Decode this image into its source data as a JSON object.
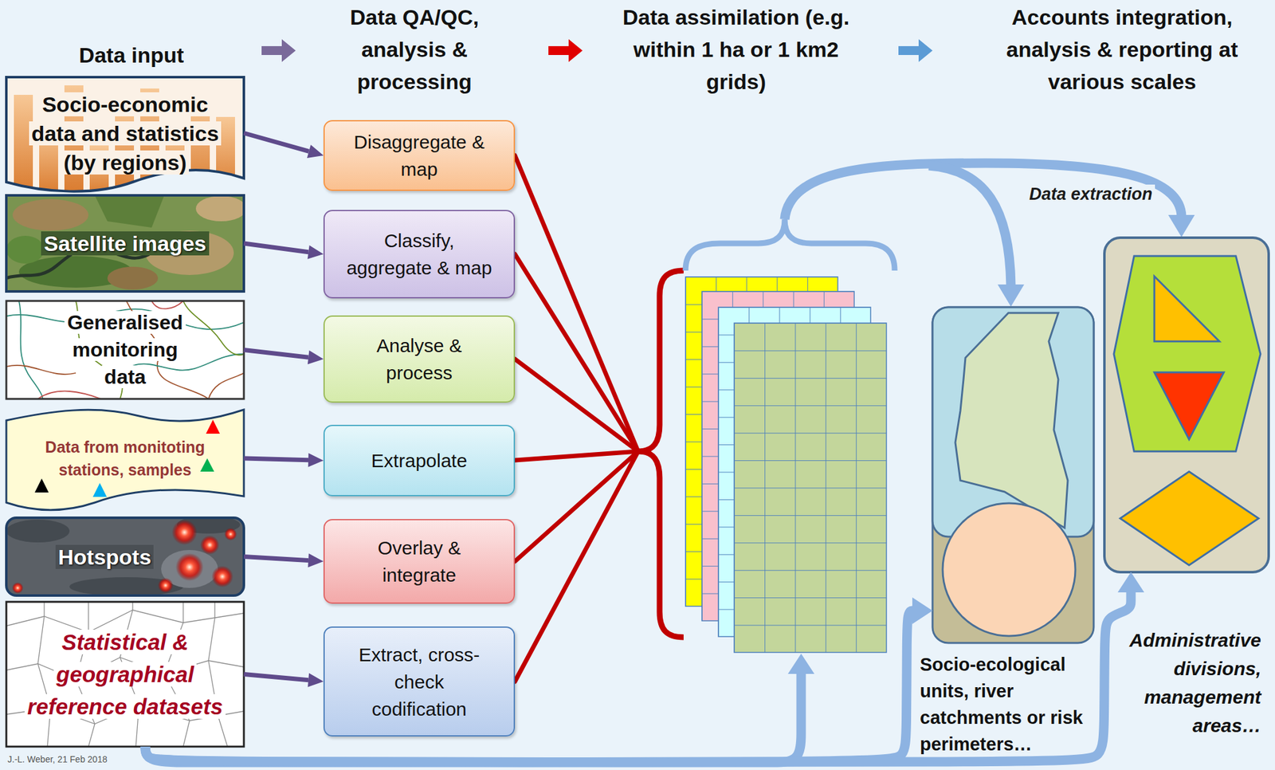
{
  "diagram": {
    "nodes": [
      {
        "text": [
          "Socio-economic data and statistics (by regions)"
        ]
      },
      {
        "text": [
          "Satellite images"
        ]
      },
      {
        "text": [
          "Generalised monitoring data"
        ]
      },
      {
        "text": [
          "Data from monitoting stations, samples"
        ]
      },
      {
        "text": [
          "Hotspots"
        ]
      },
      {
        "text": [
          "Statistical & geographical reference datasets"
        ]
      },
      {
        "text": [
          "Disaggregate & map"
        ]
      },
      {
        "text": [
          "Classify, aggregate & map"
        ]
      },
      {
        "text": [
          "Analyse & process"
        ]
      },
      {
        "text": [
          "Extrapolate"
        ]
      },
      {
        "text": [
          "Overlay & integrate"
        ]
      },
      {
        "text": [
          "Extract, cross-check codification"
        ]
      },
      {
        "text": [
          "Socio-ecological units, river catchments or risk perimeters…"
        ]
      },
      {
        "text": [
          "Administrative divisions, management areas…"
        ]
      }
    ],
    "edges": [
      {
        "from": 0,
        "to": 6,
        "arrow": "to"
      },
      {
        "from": 1,
        "to": 7,
        "arrow": "to"
      },
      {
        "from": 2,
        "to": 8,
        "arrow": "to"
      },
      {
        "from": 3,
        "to": 9,
        "arrow": "to"
      },
      {
        "from": 4,
        "to": 10,
        "arrow": "to"
      },
      {
        "from": 5,
        "to": 11,
        "arrow": "to"
      },
      {
        "from": 5,
        "to": 12,
        "arrow": "to"
      },
      {
        "from": 5,
        "to": 13,
        "arrow": "to"
      }
    ],
    "labels": [
      "Data input",
      "Data QA/QC, analysis & processing",
      "Data assimilation (e.g. within 1 ha or 1 km2 grids)",
      "Accounts integration, analysis & reporting at various scales",
      "Data extraction",
      "J.-L. Weber, 21 Feb 2018"
    ]
  }
}
